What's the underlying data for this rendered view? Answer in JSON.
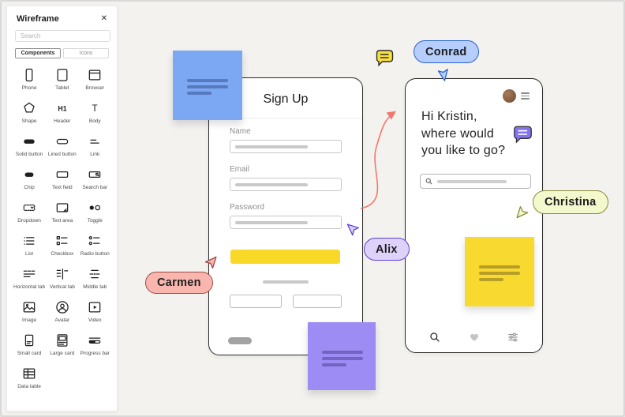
{
  "panel": {
    "title": "Wireframe",
    "close": "✕",
    "search_placeholder": "Search",
    "tabs": [
      {
        "label": "Components",
        "active": true
      },
      {
        "label": "Icons",
        "active": false
      }
    ],
    "icon_glyphs": {
      "header": "H1",
      "body": "T"
    },
    "components": [
      {
        "icon": "phone",
        "label": "Phone"
      },
      {
        "icon": "tablet",
        "label": "Tablet"
      },
      {
        "icon": "browser",
        "label": "Browser"
      },
      {
        "icon": "shape",
        "label": "Shape"
      },
      {
        "icon": "header",
        "label": "Header"
      },
      {
        "icon": "body",
        "label": "Body"
      },
      {
        "icon": "solid-button",
        "label": "Solid button"
      },
      {
        "icon": "lined-button",
        "label": "Lined button"
      },
      {
        "icon": "link",
        "label": "Link"
      },
      {
        "icon": "chip",
        "label": "Chip"
      },
      {
        "icon": "text-field",
        "label": "Text field"
      },
      {
        "icon": "search-bar",
        "label": "Search bar"
      },
      {
        "icon": "dropdown",
        "label": "Dropdown"
      },
      {
        "icon": "text-area",
        "label": "Text area"
      },
      {
        "icon": "toggle",
        "label": "Toggle"
      },
      {
        "icon": "list",
        "label": "List"
      },
      {
        "icon": "checkbox",
        "label": "Checkbox"
      },
      {
        "icon": "radio-button",
        "label": "Radio button"
      },
      {
        "icon": "horizontal-tab",
        "label": "Horizontal tab"
      },
      {
        "icon": "vertical-tab",
        "label": "Vertical tab"
      },
      {
        "icon": "middle-tab",
        "label": "Middle tab"
      },
      {
        "icon": "image",
        "label": "Image"
      },
      {
        "icon": "avatar",
        "label": "Avatar"
      },
      {
        "icon": "video",
        "label": "Video"
      },
      {
        "icon": "small-card",
        "label": "Small card"
      },
      {
        "icon": "large-card",
        "label": "Large card"
      },
      {
        "icon": "progress-bar",
        "label": "Progress bar"
      },
      {
        "icon": "data-table",
        "label": "Data table"
      }
    ]
  },
  "canvas": {
    "signup_frame": {
      "title": "Sign Up",
      "fields": [
        {
          "label": "Name"
        },
        {
          "label": "Email"
        },
        {
          "label": "Password"
        }
      ]
    },
    "chat_frame": {
      "greeting_lines": [
        "Hi Kristin,",
        "where would",
        "you like to go?"
      ]
    },
    "collaborators": [
      {
        "name": "Conrad",
        "bg": "#b5cefb",
        "border": "#2d63cf"
      },
      {
        "name": "Christina",
        "bg": "#f3f8cd",
        "border": "#8b8b3a"
      },
      {
        "name": "Alix",
        "bg": "#ded2fa",
        "border": "#5b3fd9"
      },
      {
        "name": "Carmen",
        "bg": "#f9b6af",
        "border": "#9c4a42"
      }
    ],
    "colors": {
      "sticky_blue": "#7ca7f2",
      "sticky_purple": "#9d8cf3",
      "sticky_yellow": "#f8d930",
      "button_yellow": "#f8d927",
      "connector": "#f2776e",
      "comment_yellow": "#f9e13b",
      "comment_purple": "#8273f1"
    }
  }
}
